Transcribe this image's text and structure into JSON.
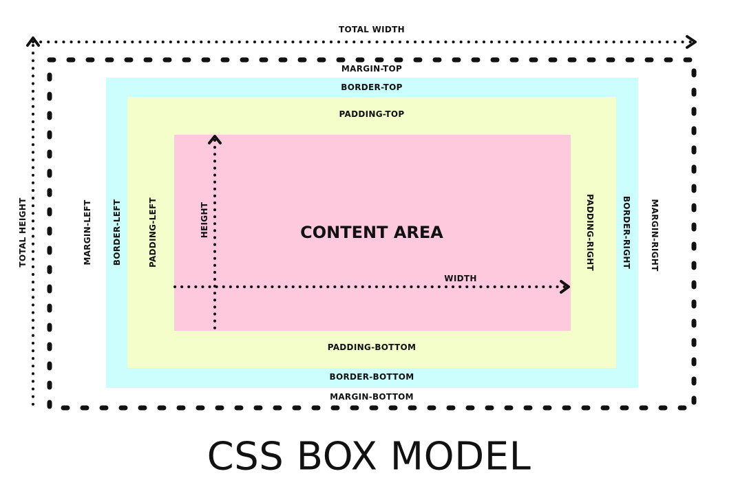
{
  "title": "CSS BOX MODEL",
  "labels": {
    "total_width": "TOTAL WIDTH",
    "total_height": "TOTAL HEIGHT",
    "margin_top": "MARGIN-TOP",
    "margin_bottom": "MARGIN-BOTTOM",
    "margin_left": "MARGIN-LEFT",
    "margin_right": "MARGIN-RIGHT",
    "border_top": "BORDER-TOP",
    "border_bottom": "BORDER-BOTTOM",
    "border_left": "BORDER-LEFT",
    "border_right": "BORDER-RIGHT",
    "padding_top": "PADDING-TOP",
    "padding_bottom": "PADDING-BOTTOM",
    "padding_left": "PADDING-LEFT",
    "padding_right": "PADDING-RIGHT",
    "content_area": "CONTENT AREA",
    "width": "WIDTH",
    "height": "HEIGHT"
  },
  "colors": {
    "border": "#ccfefe",
    "padding": "#f4feca",
    "content": "#fec9dd",
    "ink": "#111111"
  }
}
